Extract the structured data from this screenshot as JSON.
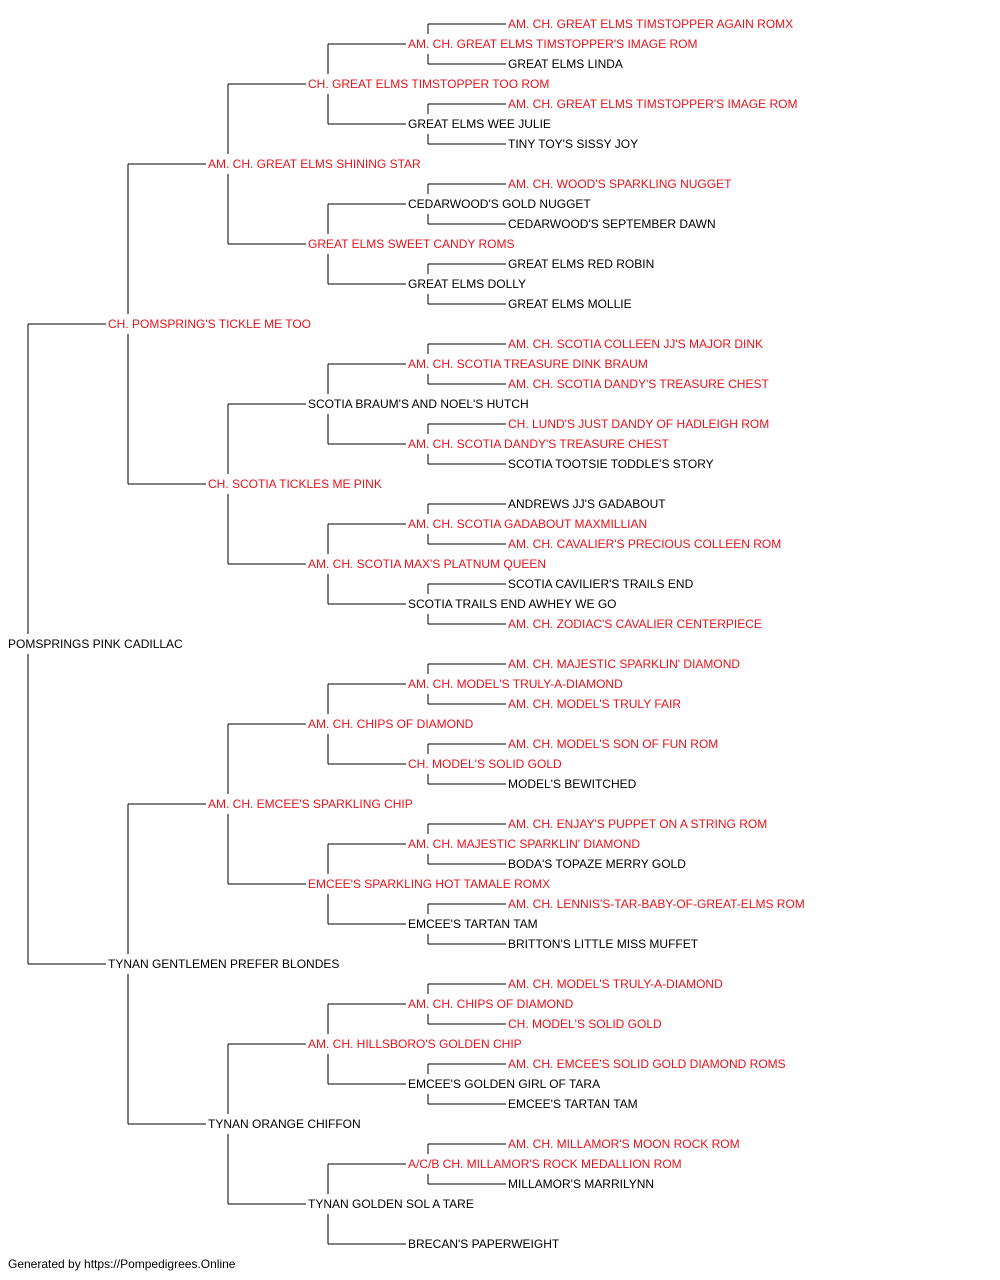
{
  "colors": {
    "champion": "#e8131b",
    "normal": "#000000",
    "line": "#000000"
  },
  "footer": "Generated by https://Pompedigrees.Online",
  "pedigree": {
    "name": "POMSPRINGS PINK CADILLAC",
    "champion": false,
    "sire": {
      "name": "CH. POMSPRING'S TICKLE ME TOO",
      "champion": true,
      "sire": {
        "name": "AM. CH. GREAT ELMS SHINING STAR",
        "champion": true,
        "sire": {
          "name": "CH. GREAT ELMS TIMSTOPPER TOO ROM",
          "champion": true,
          "sire": {
            "name": "AM. CH. GREAT ELMS TIMSTOPPER'S IMAGE ROM",
            "champion": true,
            "sire": {
              "name": "AM. CH. GREAT ELMS TIMSTOPPER AGAIN ROMX",
              "champion": true
            },
            "dam": {
              "name": "GREAT ELMS LINDA",
              "champion": false
            }
          },
          "dam": {
            "name": "GREAT ELMS WEE JULIE",
            "champion": false,
            "sire": {
              "name": "AM. CH. GREAT ELMS TIMSTOPPER'S IMAGE ROM",
              "champion": true
            },
            "dam": {
              "name": "TINY TOY'S SISSY JOY",
              "champion": false
            }
          }
        },
        "dam": {
          "name": "GREAT ELMS SWEET CANDY ROMS",
          "champion": true,
          "sire": {
            "name": "CEDARWOOD'S GOLD NUGGET",
            "champion": false,
            "sire": {
              "name": "AM. CH. WOOD'S SPARKLING NUGGET",
              "champion": true
            },
            "dam": {
              "name": "CEDARWOOD'S SEPTEMBER DAWN",
              "champion": false
            }
          },
          "dam": {
            "name": "GREAT ELMS DOLLY",
            "champion": false,
            "sire": {
              "name": "GREAT ELMS RED ROBIN",
              "champion": false
            },
            "dam": {
              "name": "GREAT ELMS MOLLIE",
              "champion": false
            }
          }
        }
      },
      "dam": {
        "name": "CH. SCOTIA TICKLES ME PINK",
        "champion": true,
        "sire": {
          "name": "SCOTIA BRAUM'S AND NOEL'S HUTCH",
          "champion": false,
          "sire": {
            "name": "AM. CH. SCOTIA TREASURE DINK BRAUM",
            "champion": true,
            "sire": {
              "name": "AM. CH. SCOTIA COLLEEN JJ'S MAJOR DINK",
              "champion": true
            },
            "dam": {
              "name": "AM. CH. SCOTIA DANDY'S TREASURE CHEST",
              "champion": true
            }
          },
          "dam": {
            "name": "AM. CH. SCOTIA DANDY'S TREASURE CHEST",
            "champion": true,
            "sire": {
              "name": "CH. LUND'S JUST DANDY OF HADLEIGH ROM",
              "champion": true
            },
            "dam": {
              "name": "SCOTIA TOOTSIE TODDLE'S STORY",
              "champion": false
            }
          }
        },
        "dam": {
          "name": "AM. CH. SCOTIA MAX'S PLATNUM QUEEN",
          "champion": true,
          "sire": {
            "name": "AM. CH. SCOTIA GADABOUT MAXMILLIAN",
            "champion": true,
            "sire": {
              "name": "ANDREWS JJ'S GADABOUT",
              "champion": false
            },
            "dam": {
              "name": "AM. CH. CAVALIER'S PRECIOUS COLLEEN ROM",
              "champion": true
            }
          },
          "dam": {
            "name": "SCOTIA TRAILS END AWHEY WE GO",
            "champion": false,
            "sire": {
              "name": "SCOTIA CAVILIER'S TRAILS END",
              "champion": false
            },
            "dam": {
              "name": "AM. CH. ZODIAC'S CAVALIER CENTERPIECE",
              "champion": true
            }
          }
        }
      }
    },
    "dam": {
      "name": "TYNAN GENTLEMEN PREFER BLONDES",
      "champion": false,
      "sire": {
        "name": "AM. CH. EMCEE'S SPARKLING CHIP",
        "champion": true,
        "sire": {
          "name": "AM. CH. CHIPS OF DIAMOND",
          "champion": true,
          "sire": {
            "name": "AM. CH. MODEL'S TRULY-A-DIAMOND",
            "champion": true,
            "sire": {
              "name": "AM. CH. MAJESTIC SPARKLIN' DIAMOND",
              "champion": true
            },
            "dam": {
              "name": "AM. CH. MODEL'S TRULY FAIR",
              "champion": true
            }
          },
          "dam": {
            "name": "CH. MODEL'S SOLID GOLD",
            "champion": true,
            "sire": {
              "name": "AM. CH. MODEL'S SON OF FUN ROM",
              "champion": true
            },
            "dam": {
              "name": "MODEL'S BEWITCHED",
              "champion": false
            }
          }
        },
        "dam": {
          "name": "EMCEE'S SPARKLING HOT TAMALE ROMX",
          "champion": true,
          "sire": {
            "name": "AM. CH. MAJESTIC SPARKLIN' DIAMOND",
            "champion": true,
            "sire": {
              "name": "AM. CH. ENJAY'S PUPPET ON A STRING ROM",
              "champion": true
            },
            "dam": {
              "name": "BODA'S TOPAZE MERRY GOLD",
              "champion": false
            }
          },
          "dam": {
            "name": "EMCEE'S TARTAN TAM",
            "champion": false,
            "sire": {
              "name": "AM. CH. LENNIS'S-TAR-BABY-OF-GREAT-ELMS ROM",
              "champion": true
            },
            "dam": {
              "name": "BRITTON'S LITTLE MISS MUFFET",
              "champion": false
            }
          }
        }
      },
      "dam": {
        "name": "TYNAN ORANGE CHIFFON",
        "champion": false,
        "sire": {
          "name": "AM. CH. HILLSBORO'S GOLDEN CHIP",
          "champion": true,
          "sire": {
            "name": "AM. CH. CHIPS OF DIAMOND",
            "champion": true,
            "sire": {
              "name": "AM. CH. MODEL'S TRULY-A-DIAMOND",
              "champion": true
            },
            "dam": {
              "name": "CH. MODEL'S SOLID GOLD",
              "champion": true
            }
          },
          "dam": {
            "name": "EMCEE'S GOLDEN GIRL OF TARA",
            "champion": false,
            "sire": {
              "name": "AM. CH. EMCEE'S SOLID GOLD DIAMOND ROMS",
              "champion": true
            },
            "dam": {
              "name": "EMCEE'S TARTAN TAM",
              "champion": false
            }
          }
        },
        "dam": {
          "name": "TYNAN GOLDEN SOL A TARE",
          "champion": false,
          "sire": {
            "name": "A/C/B CH. MILLAMOR'S ROCK MEDALLION ROM",
            "champion": true,
            "sire": {
              "name": "AM. CH. MILLAMOR'S MOON ROCK ROM",
              "champion": true
            },
            "dam": {
              "name": "MILLAMOR'S MARRILYNN",
              "champion": false
            }
          },
          "dam": {
            "name": "BRECAN'S PAPERWEIGHT",
            "champion": false
          }
        }
      }
    }
  }
}
